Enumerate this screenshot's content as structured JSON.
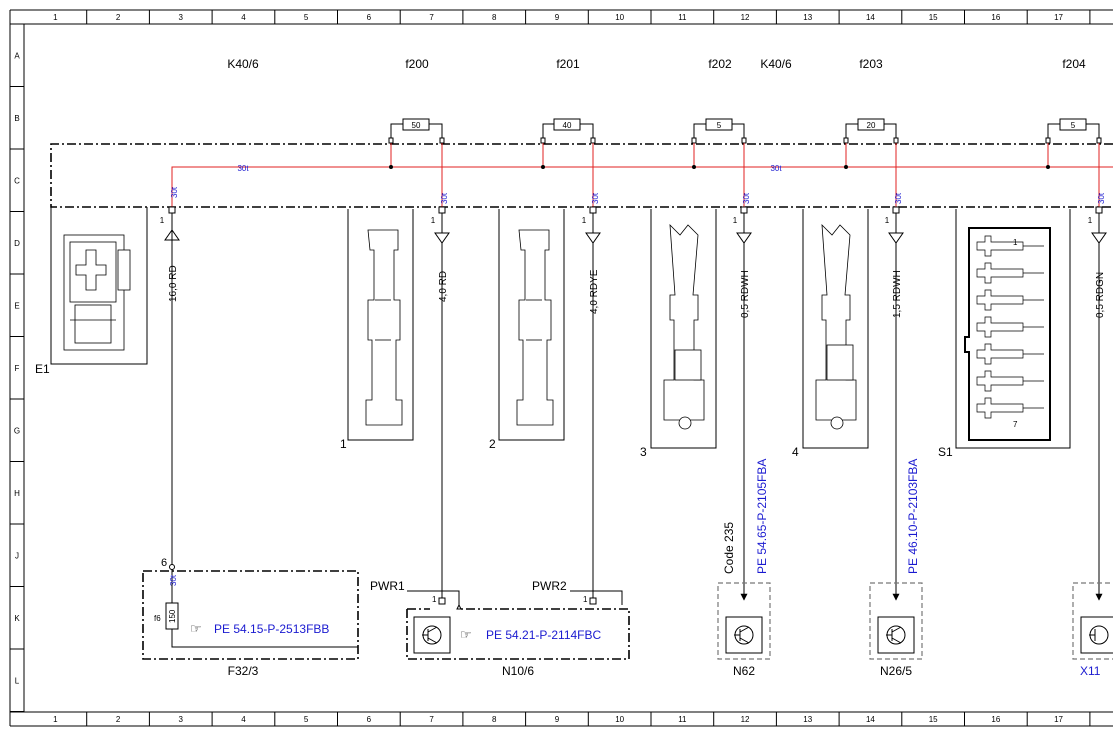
{
  "grid": {
    "columns": [
      "1",
      "2",
      "3",
      "4",
      "5",
      "6",
      "7",
      "8",
      "9",
      "10",
      "11",
      "12",
      "13",
      "14",
      "15",
      "16",
      "17"
    ],
    "rows": [
      "A",
      "B",
      "C",
      "D",
      "E",
      "F",
      "G",
      "H",
      "J",
      "K",
      "L"
    ]
  },
  "components": {
    "k40_6_left": "K40/6",
    "k40_6_right": "K40/6",
    "f200": "f200",
    "f201": "f201",
    "f202": "f202",
    "f203": "f203",
    "f204": "f204",
    "e1": "E1",
    "conn1": "1",
    "conn2": "2",
    "conn3": "3",
    "conn4": "4",
    "s1": "S1",
    "f32_3": "F32/3",
    "n10_6": "N10/6",
    "n62": "N62",
    "n26_5": "N26/5",
    "x11": "X11"
  },
  "fuses": {
    "f200": "50",
    "f201": "40",
    "f202": "5",
    "f203": "20",
    "f204": "5",
    "f6": "150"
  },
  "bus": {
    "label_left": "30t",
    "label_right": "30t",
    "terminal": "30t"
  },
  "pins": {
    "one": "1",
    "six": "6",
    "seven": "7",
    "f6": "f6"
  },
  "wires": {
    "e1": "16,0 RD",
    "conn1": "4,0 RD",
    "conn2": "4,0 RDYE",
    "conn3": "0,5 RDWH",
    "conn4": "1,5 RDWH",
    "s1": "0,5 RDGN"
  },
  "references": {
    "f32_3": "PE 54.15-P-2513FBB",
    "n10_6": "PE 54.21-P-2114FBC",
    "n62": "PE 54.65-P-2105FBA",
    "n26_5": "PE 46.10-P-2103FBA",
    "code": "Code 235"
  },
  "ports": {
    "pwr1": "PWR1",
    "pwr2": "PWR2"
  },
  "colors": {
    "bus_wire": "#e02020",
    "link": "#1a1ad0",
    "line": "#000000"
  }
}
